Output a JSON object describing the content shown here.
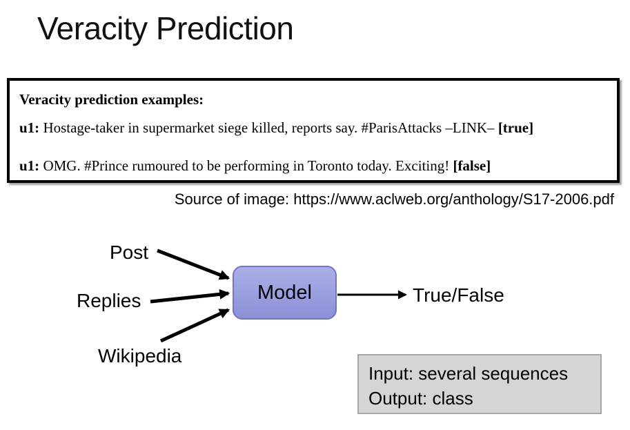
{
  "title": "Veracity Prediction",
  "examples_box": {
    "heading": "Veracity prediction examples:",
    "items": [
      {
        "prefix": "u1:",
        "text": " Hostage-taker in supermarket siege killed, reports say. #ParisAttacks –LINK– ",
        "verdict": "[true]"
      },
      {
        "prefix": "u1:",
        "text": " OMG. #Prince rumoured to be performing in Toronto today. Exciting! ",
        "verdict": "[false]"
      }
    ]
  },
  "source_line": "Source of image: https://www.aclweb.org/anthology/S17-2006.pdf",
  "diagram": {
    "inputs": [
      "Post",
      "Replies",
      "Wikipedia"
    ],
    "model_label": "Model",
    "output_label": "True/False",
    "colors": {
      "model_fill_top": "#abafe6",
      "model_fill_bottom": "#8b90d8",
      "model_border": "#7175c7",
      "arrow": "#000000",
      "examples_box_border": "#000000"
    }
  },
  "note_box": {
    "line1": "Input: several sequences",
    "line2": "Output: class",
    "fill": "#d5d5d5",
    "border": "#a6a6a6"
  }
}
